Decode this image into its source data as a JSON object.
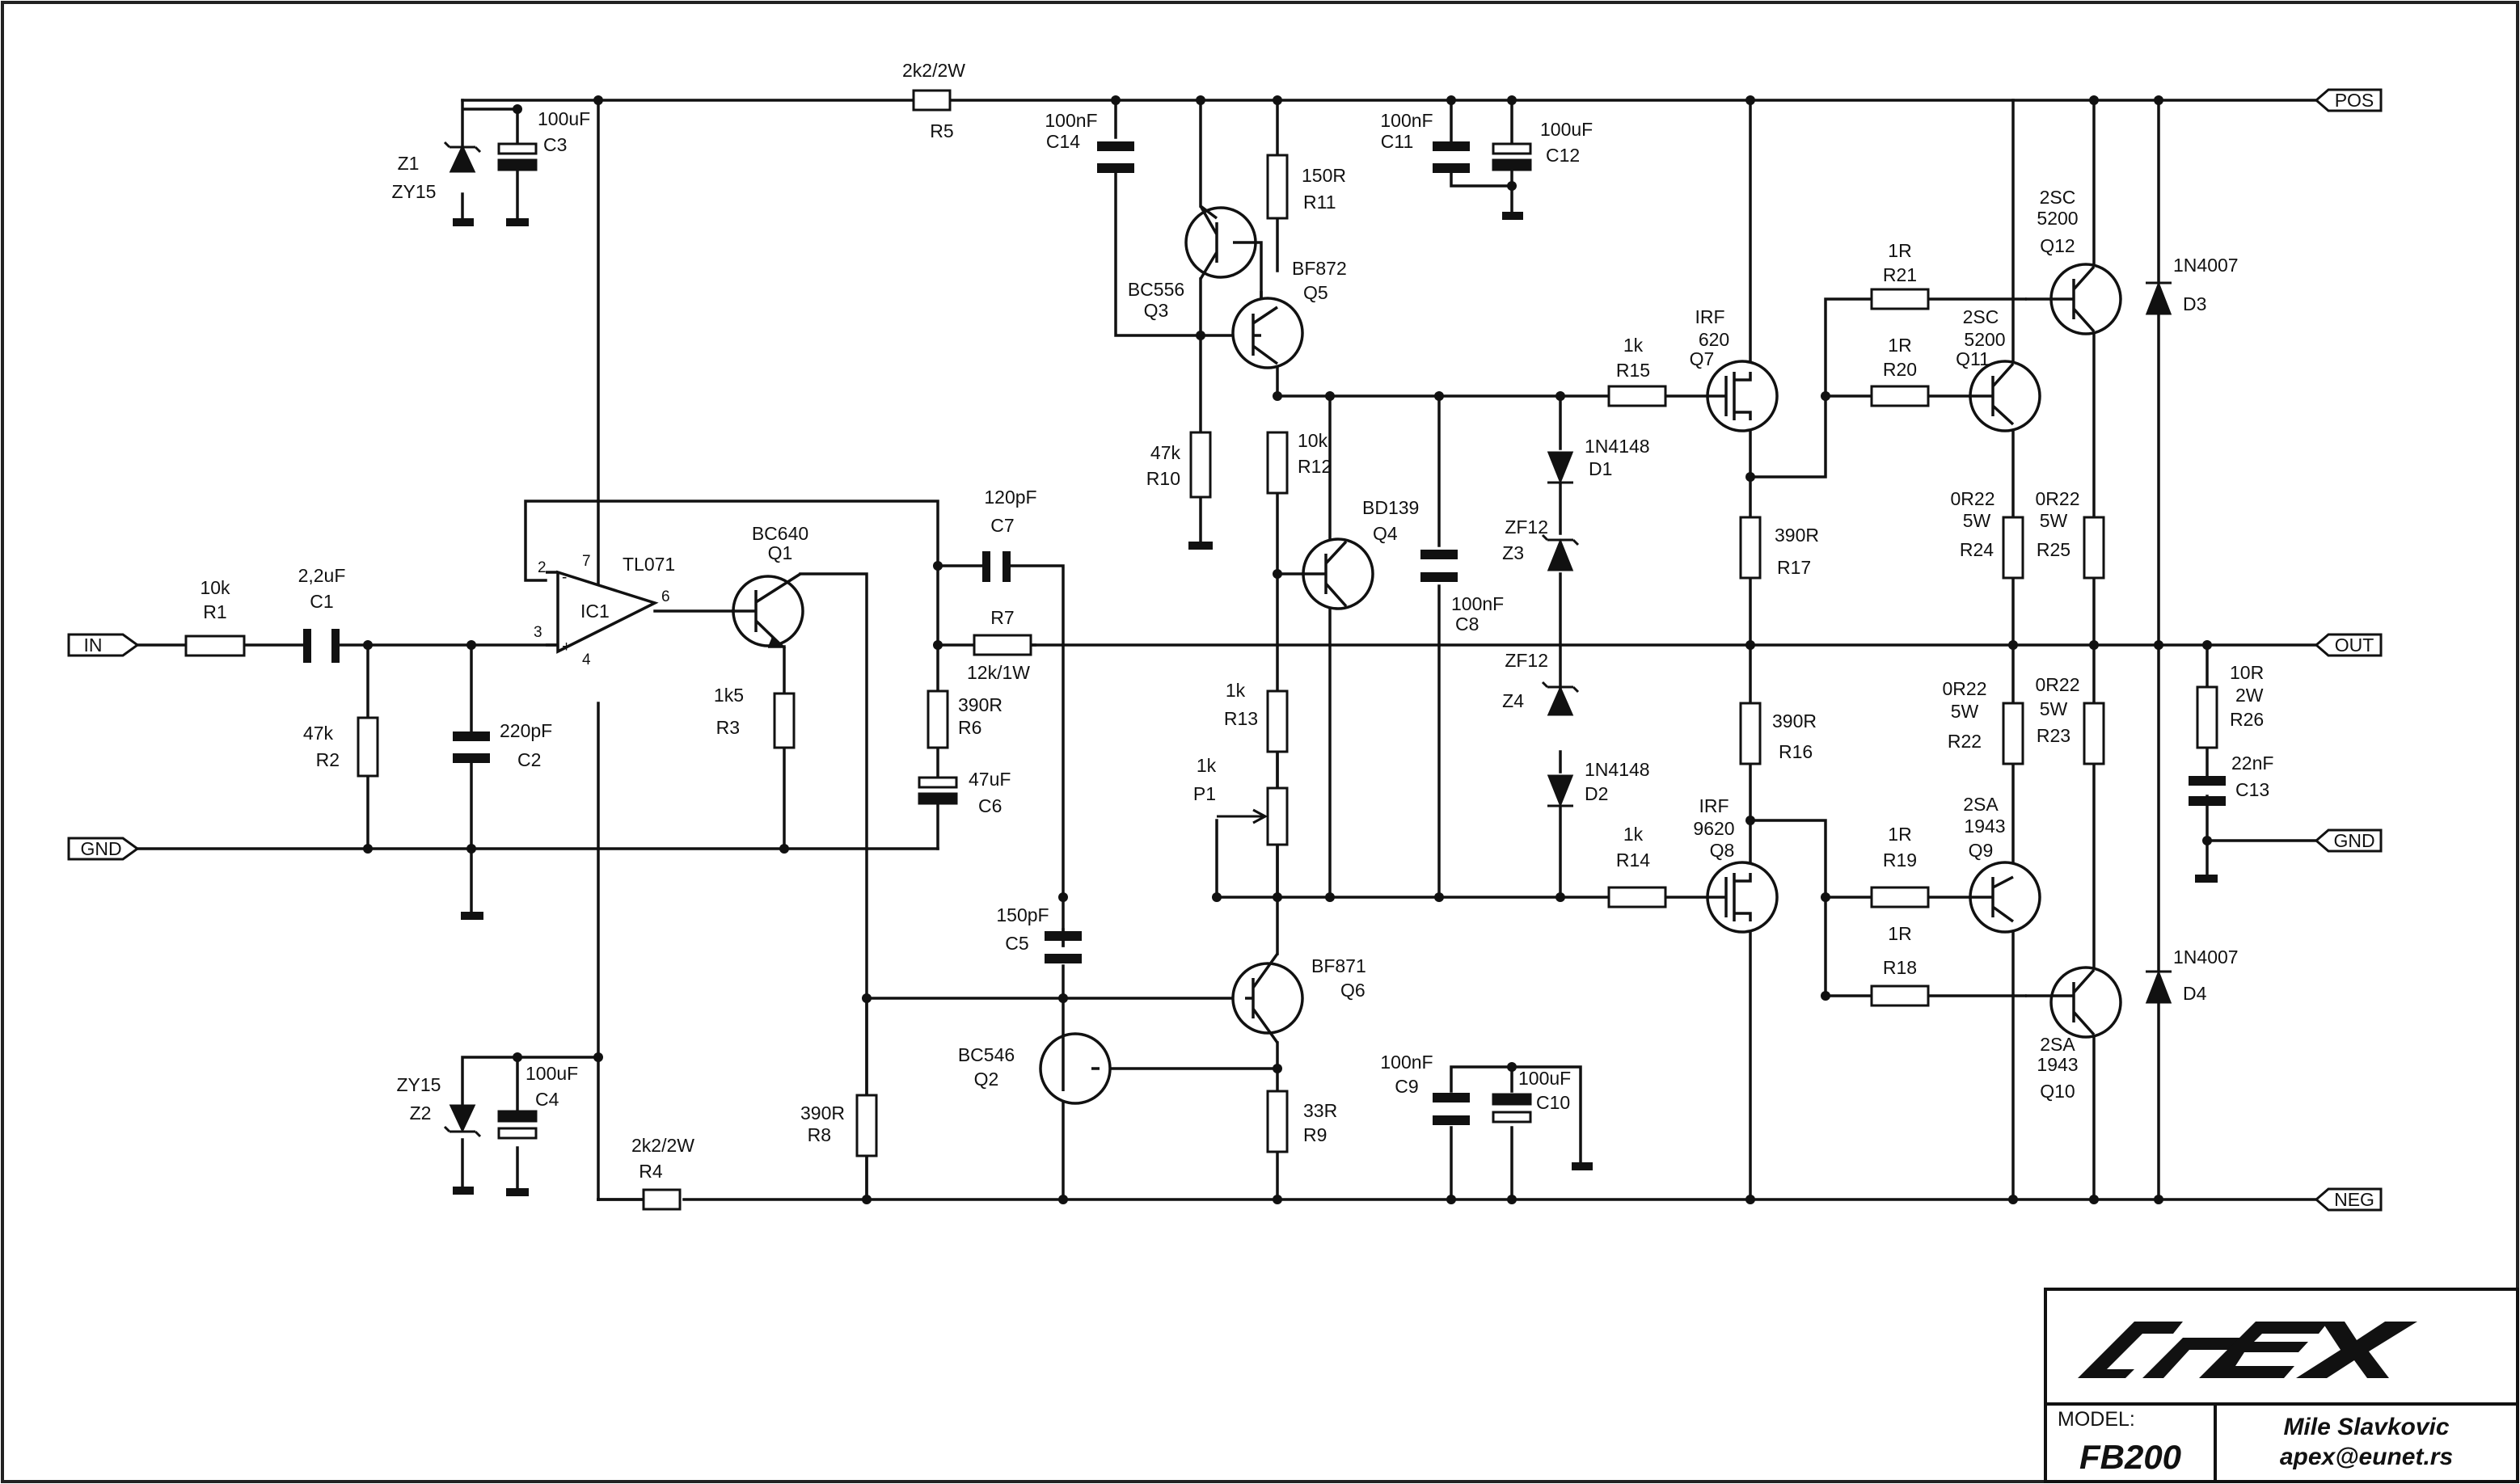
{
  "schematic": {
    "ports": {
      "in": "IN",
      "gnd_left": "GND",
      "pos": "POS",
      "out": "OUT",
      "gnd_right": "GND",
      "neg": "NEG"
    },
    "opamp": {
      "ref": "IC1",
      "part": "TL071",
      "pin_inv": "2",
      "pin_noninv": "3",
      "pin_out": "6",
      "pin_vplus": "7",
      "pin_vminus": "4",
      "sign_minus": "-",
      "sign_plus": "+"
    },
    "components": {
      "R1": {
        "ref": "R1",
        "value": "10k"
      },
      "C1": {
        "ref": "C1",
        "value": "2,2uF"
      },
      "R2": {
        "ref": "R2",
        "value": "47k"
      },
      "C2": {
        "ref": "C2",
        "value": "220pF"
      },
      "Z1": {
        "ref": "Z1",
        "value": "ZY15"
      },
      "C3": {
        "ref": "C3",
        "value": "100uF"
      },
      "Z2": {
        "ref": "Z2",
        "value": "ZY15"
      },
      "C4": {
        "ref": "C4",
        "value": "100uF"
      },
      "R4": {
        "ref": "R4",
        "value": "2k2/2W"
      },
      "R5": {
        "ref": "R5",
        "value": "2k2/2W"
      },
      "Q1": {
        "ref": "Q1",
        "value": "BC640"
      },
      "R3": {
        "ref": "R3",
        "value": "1k5"
      },
      "C7": {
        "ref": "C7",
        "value": "120pF"
      },
      "R7": {
        "ref": "R7",
        "value": "12k/1W"
      },
      "R6": {
        "ref": "R6",
        "value": "390R"
      },
      "C6": {
        "ref": "C6",
        "value": "47uF"
      },
      "R8": {
        "ref": "R8",
        "value": "390R"
      },
      "C5": {
        "ref": "C5",
        "value": "150pF"
      },
      "Q2": {
        "ref": "Q2",
        "value": "BC546"
      },
      "C14": {
        "ref": "C14",
        "value": "100nF"
      },
      "Q3": {
        "ref": "Q3",
        "value": "BC556"
      },
      "R10": {
        "ref": "R10",
        "value": "47k"
      },
      "R11": {
        "ref": "R11",
        "value": "150R"
      },
      "Q5": {
        "ref": "Q5",
        "value": "BF872"
      },
      "R12": {
        "ref": "R12",
        "value": "10k"
      },
      "Q4": {
        "ref": "Q4",
        "value": "BD139"
      },
      "R13": {
        "ref": "R13",
        "value": "1k"
      },
      "P1": {
        "ref": "P1",
        "value": "1k"
      },
      "Q6": {
        "ref": "Q6",
        "value": "BF871"
      },
      "R9": {
        "ref": "R9",
        "value": "33R"
      },
      "C11": {
        "ref": "C11",
        "value": "100nF"
      },
      "C12": {
        "ref": "C12",
        "value": "100uF"
      },
      "C8": {
        "ref": "C8",
        "value": "100nF"
      },
      "C9": {
        "ref": "C9",
        "value": "100nF"
      },
      "C10": {
        "ref": "C10",
        "value": "100uF"
      },
      "D1": {
        "ref": "D1",
        "value": "1N4148"
      },
      "Z3": {
        "ref": "Z3",
        "value": "ZF12"
      },
      "Z4": {
        "ref": "Z4",
        "value": "ZF12"
      },
      "D2": {
        "ref": "D2",
        "value": "1N4148"
      },
      "R15": {
        "ref": "R15",
        "value": "1k"
      },
      "R14": {
        "ref": "R14",
        "value": "1k"
      },
      "Q7": {
        "ref": "Q7",
        "value1": "IRF",
        "value2": "620"
      },
      "Q8": {
        "ref": "Q8",
        "value1": "IRF",
        "value2": "9620"
      },
      "R17": {
        "ref": "R17",
        "value": "390R"
      },
      "R16": {
        "ref": "R16",
        "value": "390R"
      },
      "R21": {
        "ref": "R21",
        "value": "1R"
      },
      "R20": {
        "ref": "R20",
        "value": "1R"
      },
      "R19": {
        "ref": "R19",
        "value": "1R"
      },
      "R18": {
        "ref": "R18",
        "value": "1R"
      },
      "Q12": {
        "ref": "Q12",
        "value1": "2SC",
        "value2": "5200"
      },
      "Q11": {
        "ref": "Q11",
        "value1": "2SC",
        "value2": "5200"
      },
      "Q9": {
        "ref": "Q9",
        "value1": "2SA",
        "value2": "1943"
      },
      "Q10": {
        "ref": "Q10",
        "value1": "2SA",
        "value2": "1943"
      },
      "R24": {
        "ref": "R24",
        "value1": "0R22",
        "value2": "5W"
      },
      "R25": {
        "ref": "R25",
        "value1": "0R22",
        "value2": "5W"
      },
      "R22": {
        "ref": "R22",
        "value1": "0R22",
        "value2": "5W"
      },
      "R23": {
        "ref": "R23",
        "value1": "0R22",
        "value2": "5W"
      },
      "D3": {
        "ref": "D3",
        "value": "1N4007"
      },
      "D4": {
        "ref": "D4",
        "value": "1N4007"
      },
      "R26": {
        "ref": "R26",
        "value1": "10R",
        "value2": "2W"
      },
      "C13": {
        "ref": "C13",
        "value": "22nF"
      }
    }
  },
  "title_block": {
    "logo_text": "APEX",
    "model_label": "MODEL:",
    "model": "FB200",
    "author": "Mile Slavkovic",
    "email": "apex@eunet.rs"
  }
}
